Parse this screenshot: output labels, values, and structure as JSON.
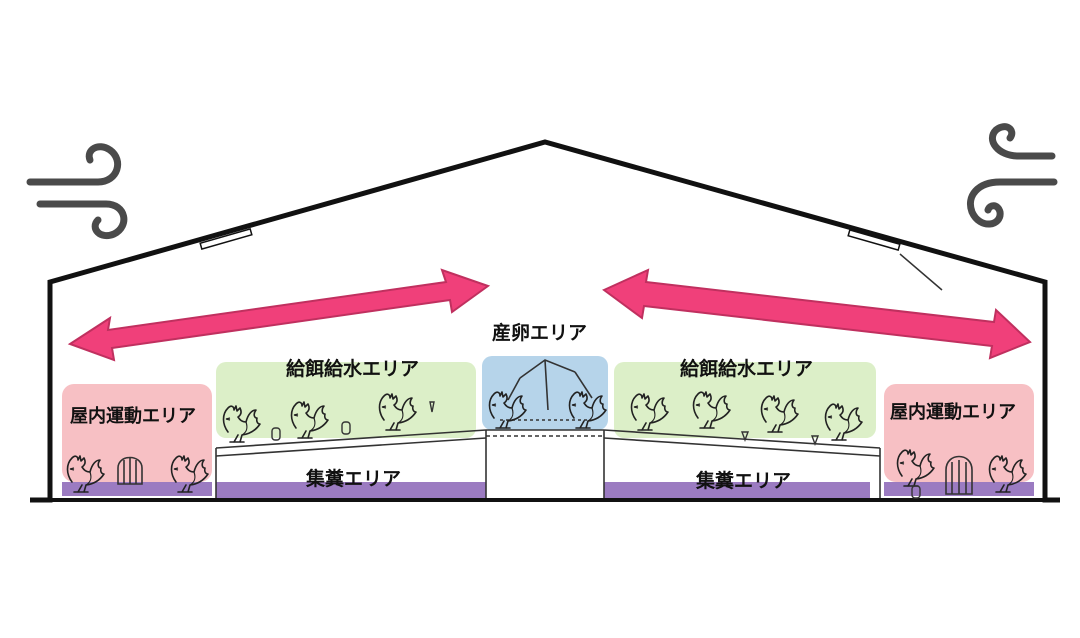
{
  "labels": {
    "laying": "産卵エリア",
    "feed_left": "給餌給水エリア",
    "feed_right": "給餌給水エリア",
    "exercise_left": "屋内運動エリア",
    "exercise_right": "屋内運動エリア",
    "manure_left": "集糞エリア",
    "manure_right": "集糞エリア"
  },
  "colors": {
    "outline": "#111111",
    "arrow": "#f0407a",
    "exercise_zone": "#f7c0c4",
    "feed_zone": "#dcefc8",
    "laying_zone": "#b6d4ea",
    "manure_zone": "#9b7bc1",
    "wind": "#4a4a4a"
  },
  "icons": [
    "wind-icon",
    "rooster-icon",
    "feeder-icon",
    "waterer-icon",
    "double-arrow-icon"
  ]
}
